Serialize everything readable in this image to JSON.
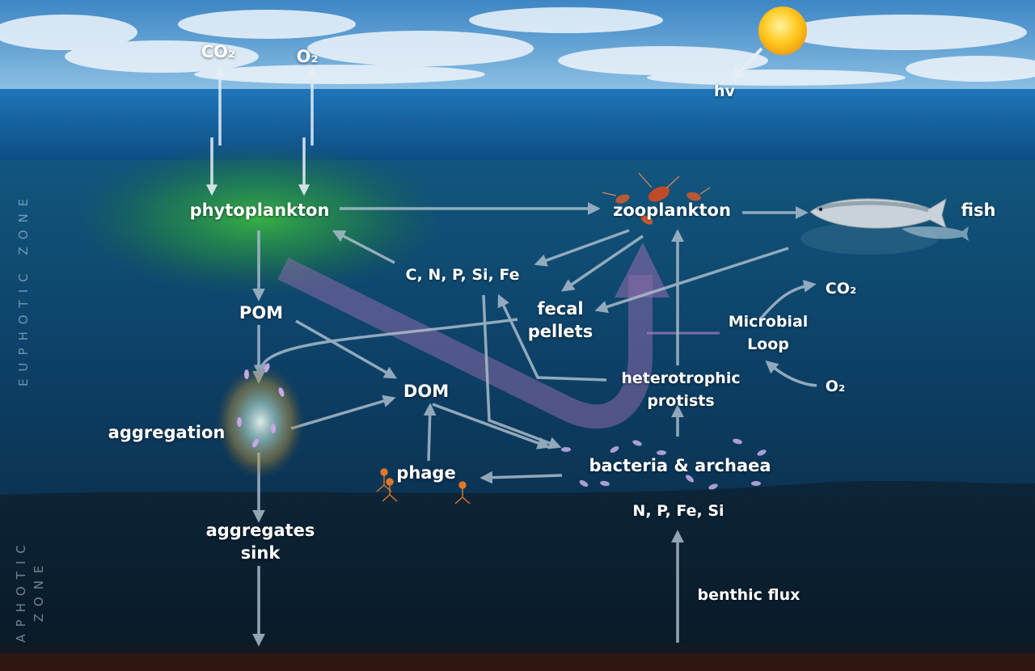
{
  "labels": {
    "co2_top": "CO₂",
    "o2_top": "O₂",
    "hv": "hv",
    "phytoplankton": "phytoplankton",
    "zooplankton": "zooplankton",
    "fish": "fish",
    "nutrients": "C, N, P, Si, Fe",
    "fecal_line1": "fecal",
    "fecal_line2": "pellets",
    "pom": "POM",
    "microbial_line1": "Microbial",
    "microbial_line2": "Loop",
    "co2_loop": "CO₂",
    "o2_loop": "O₂",
    "dom": "DOM",
    "hetero_line1": "heterotrophic",
    "hetero_line2": "protists",
    "aggregation": "aggregation",
    "phage": "phage",
    "bacteria": "bacteria & archaea",
    "npfesi": "N, P, Fe, Si",
    "agg_sink_line1": "aggregates",
    "agg_sink_line2": "sink",
    "benthic": "benthic flux"
  },
  "zones": {
    "euphotic": "EUPHOTIC ZONE",
    "aphotic_line1": "APHOTIC",
    "aphotic_line2": "ZONE"
  },
  "colors": {
    "sky": "#4a8fc8",
    "sea_surface": "#1a6aa8",
    "euphotic_water": "#0f4a70",
    "aphotic_water": "#0a1c2c",
    "sediment": "#3a1c14",
    "sun": "#ffc21a",
    "phytoplankton_bloom": "#3dbb3a",
    "arrow": "#9fb3c2",
    "microbial_loop_arrow": "#8a6aa8"
  }
}
